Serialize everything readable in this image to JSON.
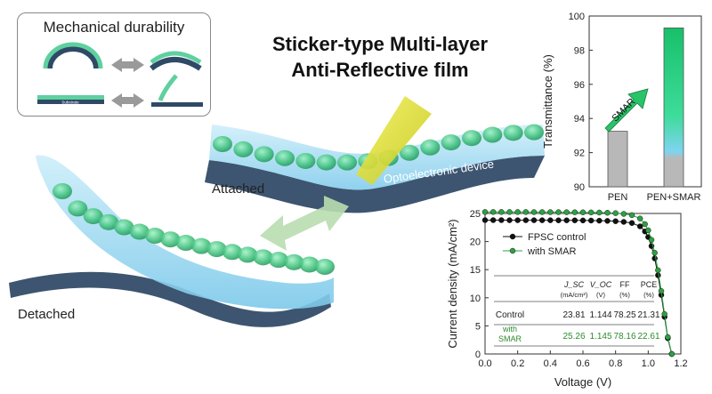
{
  "inset": {
    "title": "Mechanical durability",
    "substrate_label": "Substrate"
  },
  "title": {
    "line1": "Sticker-type Multi-layer",
    "line2": "Anti-Reflective film"
  },
  "labels": {
    "attached": "Attached",
    "detached": "Detached",
    "device": "Optoelectronic device"
  },
  "colors": {
    "film": "#3ec07a",
    "film_dark": "#1f8f58",
    "substrate": "#3d5570",
    "glass": "#a8dcf0",
    "light": "#d8dc1c"
  },
  "chart_data": [
    {
      "type": "bar",
      "categories": [
        "PEN",
        "PEN+SMAR"
      ],
      "values": [
        93.25,
        99.3
      ],
      "ylabel": "Transmittance (%)",
      "ylim": [
        90,
        100
      ],
      "yticks": [
        90,
        92,
        94,
        96,
        98,
        100
      ],
      "arrow_label": "SMAR"
    },
    {
      "type": "line",
      "xlabel": "Voltage (V)",
      "ylabel": "Current density (mA/cm²)",
      "xlim": [
        0.0,
        1.2
      ],
      "ylim": [
        0,
        25
      ],
      "xticks": [
        "0.0",
        "0.2",
        "0.4",
        "0.6",
        "0.8",
        "1.0",
        "1.2"
      ],
      "yticks": [
        0,
        5,
        10,
        15,
        20,
        25
      ],
      "series": [
        {
          "name": "FPSC control",
          "color": "#111111",
          "points": [
            [
              0.0,
              23.81
            ],
            [
              0.05,
              23.81
            ],
            [
              0.1,
              23.81
            ],
            [
              0.15,
              23.8
            ],
            [
              0.2,
              23.8
            ],
            [
              0.25,
              23.8
            ],
            [
              0.3,
              23.8
            ],
            [
              0.35,
              23.79
            ],
            [
              0.4,
              23.79
            ],
            [
              0.45,
              23.78
            ],
            [
              0.5,
              23.78
            ],
            [
              0.55,
              23.77
            ],
            [
              0.6,
              23.76
            ],
            [
              0.65,
              23.74
            ],
            [
              0.7,
              23.72
            ],
            [
              0.75,
              23.68
            ],
            [
              0.8,
              23.62
            ],
            [
              0.85,
              23.5
            ],
            [
              0.9,
              23.3
            ],
            [
              0.95,
              22.7
            ],
            [
              0.98,
              21.8
            ],
            [
              1.0,
              20.8
            ],
            [
              1.02,
              19.2
            ],
            [
              1.04,
              17.0
            ],
            [
              1.06,
              14.0
            ],
            [
              1.08,
              10.5
            ],
            [
              1.1,
              6.6
            ],
            [
              1.12,
              2.8
            ],
            [
              1.144,
              0.0
            ]
          ]
        },
        {
          "name": "with SMAR",
          "color": "#2ea043",
          "points": [
            [
              0.0,
              25.26
            ],
            [
              0.05,
              25.26
            ],
            [
              0.1,
              25.26
            ],
            [
              0.15,
              25.25
            ],
            [
              0.2,
              25.25
            ],
            [
              0.25,
              25.25
            ],
            [
              0.3,
              25.24
            ],
            [
              0.35,
              25.24
            ],
            [
              0.4,
              25.23
            ],
            [
              0.45,
              25.23
            ],
            [
              0.5,
              25.22
            ],
            [
              0.55,
              25.21
            ],
            [
              0.6,
              25.2
            ],
            [
              0.65,
              25.18
            ],
            [
              0.7,
              25.16
            ],
            [
              0.75,
              25.12
            ],
            [
              0.8,
              25.05
            ],
            [
              0.85,
              24.92
            ],
            [
              0.9,
              24.7
            ],
            [
              0.95,
              24.1
            ],
            [
              0.98,
              23.1
            ],
            [
              1.0,
              22.0
            ],
            [
              1.02,
              20.3
            ],
            [
              1.04,
              18.0
            ],
            [
              1.06,
              14.9
            ],
            [
              1.08,
              11.2
            ],
            [
              1.1,
              7.1
            ],
            [
              1.12,
              3.0
            ],
            [
              1.145,
              0.0
            ]
          ]
        }
      ],
      "table": {
        "headers": [
          "J_SC",
          "V_OC",
          "FF",
          "PCE"
        ],
        "units": [
          "(mA/cm²)",
          "(V)",
          "(%)",
          "(%)"
        ],
        "rows": [
          {
            "label": "Control",
            "values": [
              "23.81",
              "1.144",
              "78.25",
              "21.31"
            ],
            "color": "#222222"
          },
          {
            "label": "with SMAR",
            "values": [
              "25.26",
              "1.145",
              "78.16",
              "22.61"
            ],
            "color": "#2e8b2e"
          }
        ]
      }
    }
  ]
}
